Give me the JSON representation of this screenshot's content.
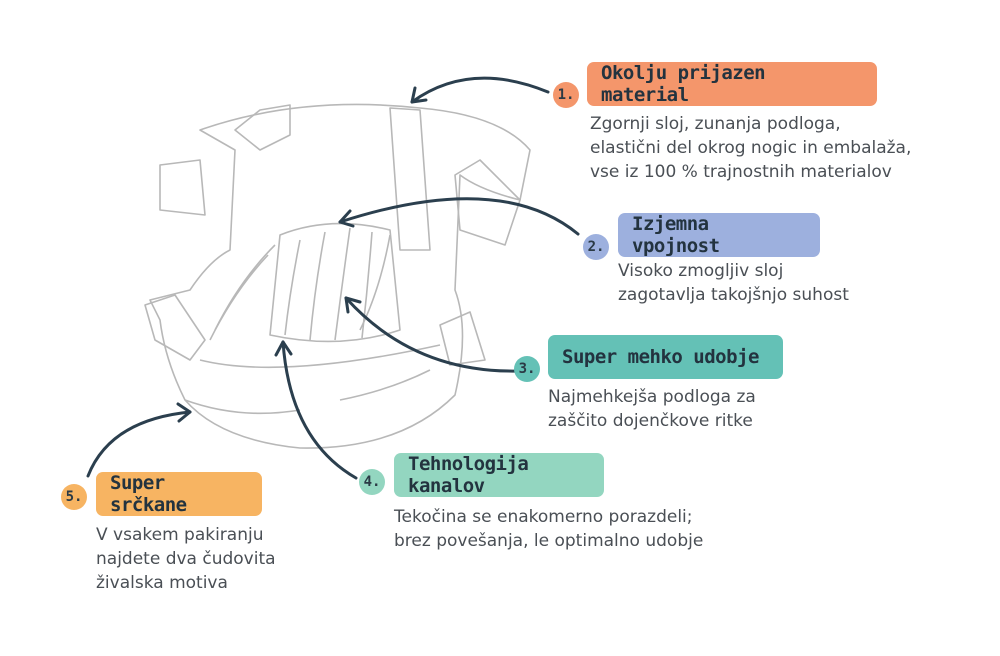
{
  "colors": {
    "orange": "#f4966b",
    "blue": "#9db0de",
    "teal": "#64c1b6",
    "mint": "#93d6c0",
    "yellow": "#f7b462",
    "arrow": "#2b3f4e",
    "sketch": "#b8b8b8"
  },
  "features": [
    {
      "number": "1.",
      "title": "Okolju prijazen material",
      "lines": [
        "Zgornji sloj, zunanja podloga,",
        "elastični del okrog nogic in embalaža,",
        "vse iz 100 % trajnostnih materialov"
      ]
    },
    {
      "number": "2.",
      "title": "Izjemna vpojnost",
      "lines": [
        "Visoko zmogljiv sloj",
        "zagotavlja takojšnjo suhost"
      ]
    },
    {
      "number": "3.",
      "title": "Super mehko udobje",
      "lines": [
        "Najmehkejša podloga za",
        "zaščito dojenčkove ritke"
      ]
    },
    {
      "number": "4.",
      "title": "Tehnologija kanalov",
      "lines": [
        "Tekočina se enakomerno porazdeli;",
        "brez povešanja, le optimalno udobje"
      ]
    },
    {
      "number": "5.",
      "title": "Super srčkane",
      "lines": [
        "V vsakem pakiranju",
        "najdete dva čudovita",
        "živalska motiva"
      ]
    }
  ]
}
